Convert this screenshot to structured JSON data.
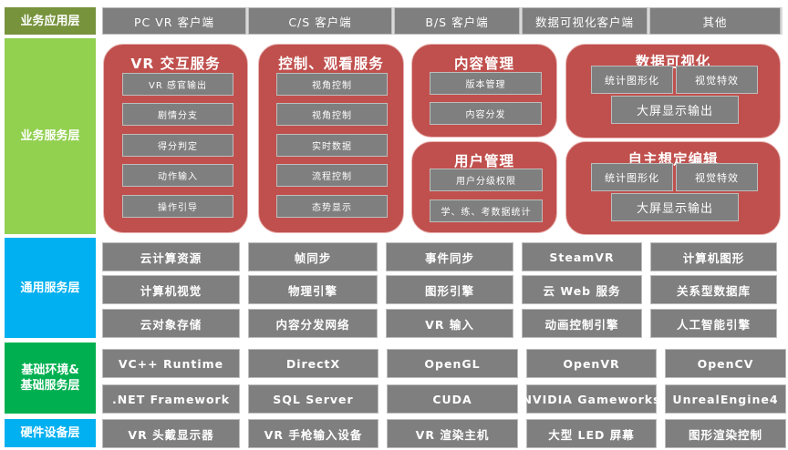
{
  "layers": {
    "app": "业务应用层",
    "service": "业务服务层",
    "general": "通用服务层",
    "base": "基础环境&\n基础服务层",
    "hardware": "硬件设备层"
  },
  "app_items": [
    "PC VR 客户端",
    "C/S 客户端",
    "B/S 客户端",
    "数据可视化客户端",
    "其他"
  ],
  "vr": {
    "title": "VR 交互服务",
    "items": [
      "VR 感官输出",
      "剧情分支",
      "得分判定",
      "动作输入",
      "操作引导"
    ]
  },
  "control": {
    "title": "控制、观看服务",
    "items": [
      "视角控制",
      "视角控制",
      "实时数据",
      "流程控制",
      "态势显示"
    ]
  },
  "content": {
    "title": "内容管理",
    "items": [
      "版本管理",
      "内容分发"
    ]
  },
  "user": {
    "title": "用户管理",
    "items": [
      "用户分级权限",
      "学、练、考数据统计"
    ]
  },
  "dataviz": {
    "title": "数据可视化",
    "items": [
      "统计图形化",
      "视觉特效",
      "大屏显示输出"
    ]
  },
  "scenario": {
    "title": "自主想定编辑",
    "items": [
      "统计图形化",
      "视觉特效",
      "大屏显示输出"
    ]
  },
  "general": [
    [
      "云计算资源",
      "帧同步",
      "事件同步",
      "SteamVR",
      "计算机图形"
    ],
    [
      "计算机视觉",
      "物理引擎",
      "图形引擎",
      "云 Web 服务",
      "关系型数据库"
    ],
    [
      "云对象存储",
      "内容分发网络",
      "VR 输入",
      "动画控制引擎",
      "人工智能引擎"
    ]
  ],
  "base": [
    [
      "VC++ Runtime",
      "DirectX",
      "OpenGL",
      "OpenVR",
      "OpenCV"
    ],
    [
      ".NET Framework",
      "SQL Server",
      "CUDA",
      "NVIDIA Gameworks",
      "UnrealEngine4"
    ]
  ],
  "hardware": [
    "VR 头戴显示器",
    "VR 手枪输入设备",
    "VR 渲染主机",
    "大型 LED 屏幕",
    "图形渲染控制"
  ],
  "colors": {
    "app": "#77933c",
    "service": "#92d050",
    "general": "#00b0f0",
    "base": "#00b050",
    "red": "#c0504d",
    "cell": "#7f7f7f"
  }
}
